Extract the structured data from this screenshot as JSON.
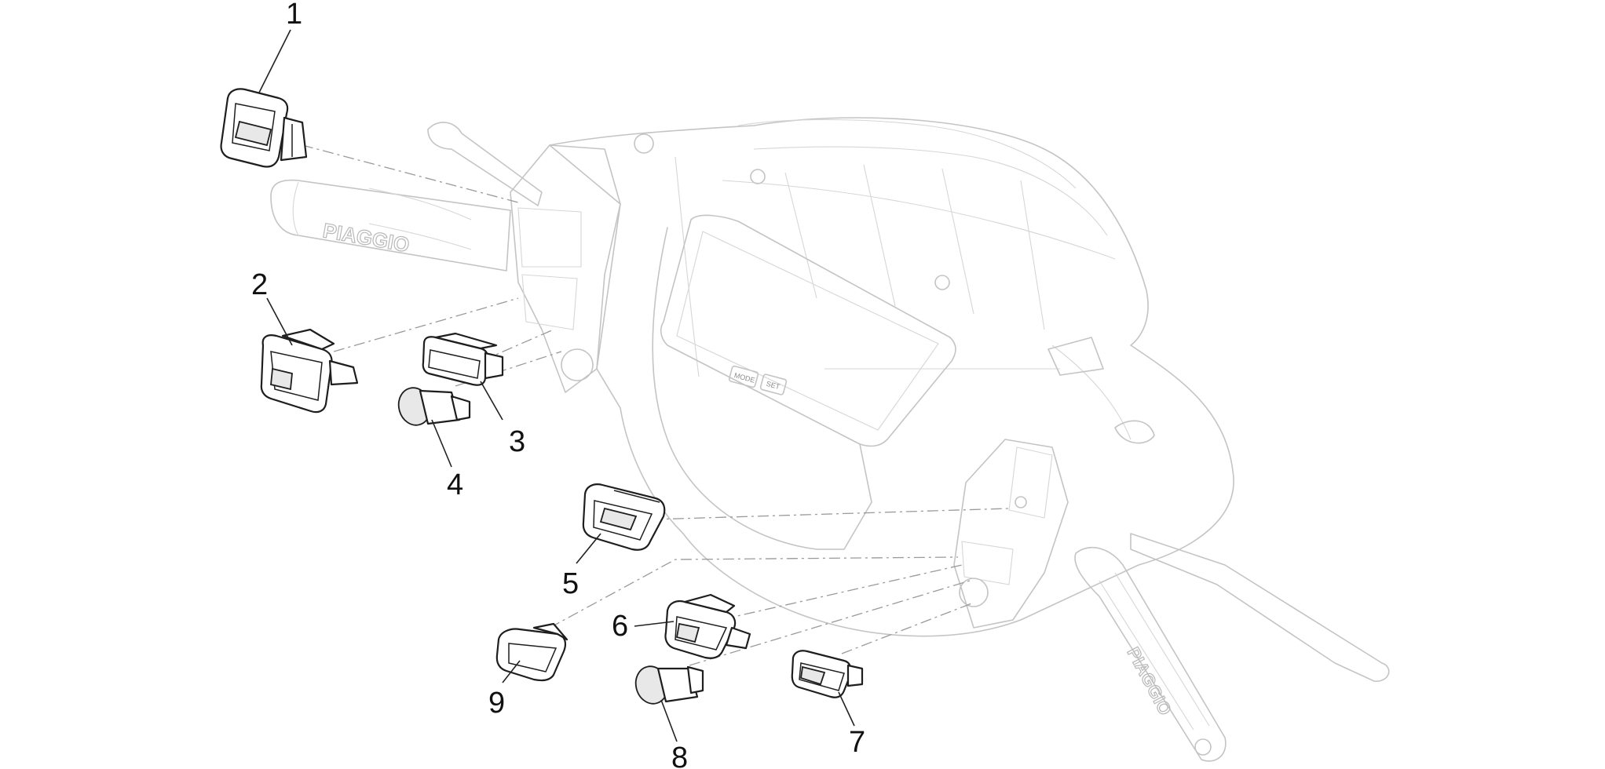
{
  "diagram": {
    "callouts": [
      {
        "id": "1",
        "label": "1"
      },
      {
        "id": "2",
        "label": "2"
      },
      {
        "id": "3",
        "label": "3"
      },
      {
        "id": "4",
        "label": "4"
      },
      {
        "id": "5",
        "label": "5"
      },
      {
        "id": "6",
        "label": "6"
      },
      {
        "id": "7",
        "label": "7"
      },
      {
        "id": "8",
        "label": "8"
      },
      {
        "id": "9",
        "label": "9"
      }
    ],
    "grip_left_brand": "PIAGGIO",
    "grip_right_brand": "PIAGGIO",
    "dash_buttons": [
      "MODE",
      "SET"
    ]
  },
  "colors": {
    "outline": "#1e1e1e",
    "ghost": "#c4c4c4",
    "dash": "#9a9a9a",
    "background": "#ffffff"
  }
}
